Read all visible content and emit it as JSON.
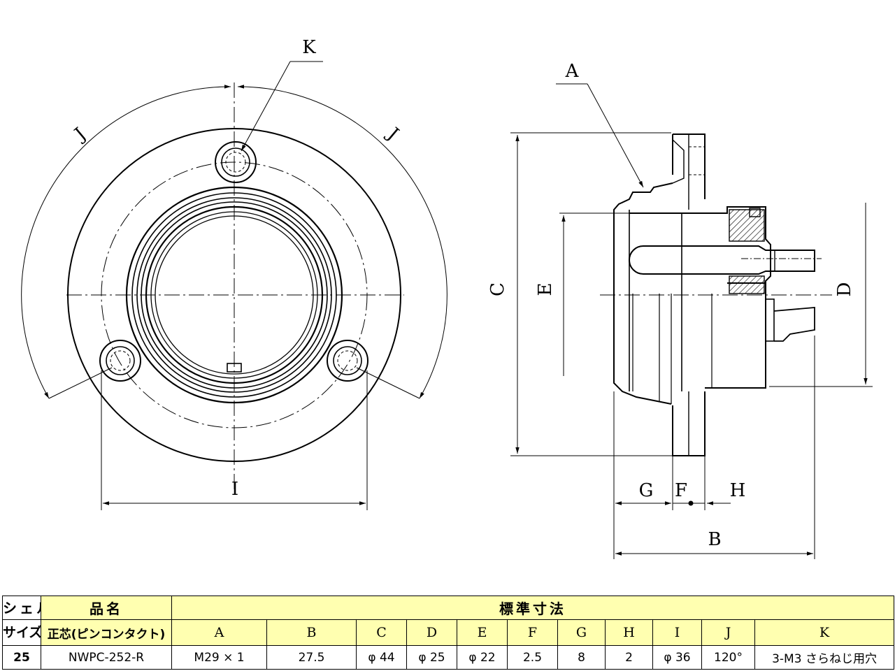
{
  "drawing": {
    "labels": {
      "K": "K",
      "J_left": "J",
      "J_right": "J",
      "I": "I",
      "A": "A",
      "C": "C",
      "E": "E",
      "D": "D",
      "G": "G",
      "F": "F",
      "H": "H",
      "B": "B"
    }
  },
  "table": {
    "shell_header_1": "シェル",
    "shell_header_2": "サイズ",
    "product_header": "品名",
    "std_dim_header": "標準寸法",
    "product_sub": "正芯(ピンコンタクト)",
    "dim_headers": [
      "A",
      "B",
      "C",
      "D",
      "E",
      "F",
      "G",
      "H",
      "I",
      "J",
      "K"
    ],
    "row": {
      "shell": "25",
      "product": "NWPC-252-R",
      "values": [
        "M29 × 1",
        "27.5",
        "φ 44",
        "φ 25",
        "φ 22",
        "2.5",
        "8",
        "2",
        "φ 36",
        "120°",
        "3-M3 さらねじ用穴"
      ]
    }
  }
}
